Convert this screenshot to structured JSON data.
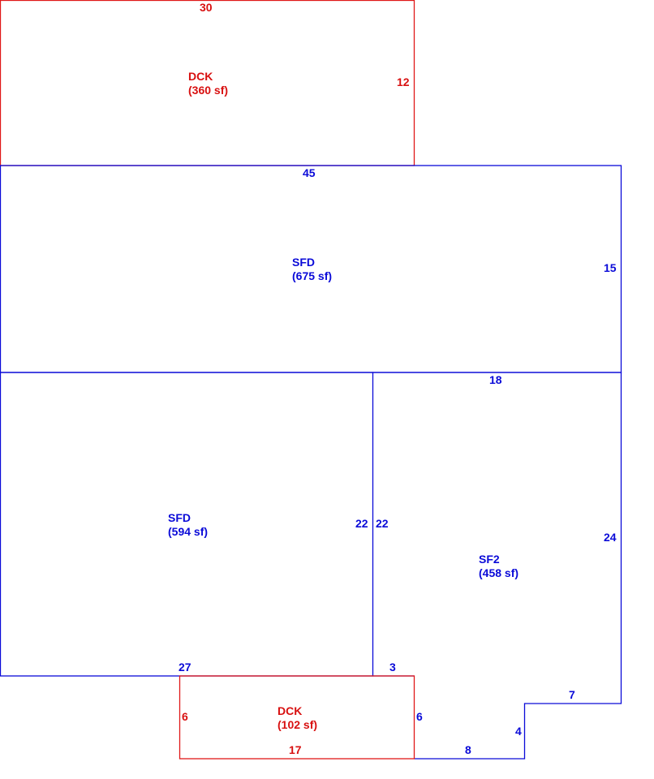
{
  "colors": {
    "sfd": "#0a0ad8",
    "dck": "#e01818"
  },
  "areas": {
    "deck_top": {
      "code": "DCK",
      "area": "(360 sf)"
    },
    "sfd_upper": {
      "code": "SFD",
      "area": "(675 sf)"
    },
    "sfd_lower": {
      "code": "SFD",
      "area": "(594 sf)"
    },
    "sf2": {
      "code": "SF2",
      "area": "(458 sf)"
    },
    "deck_bottom": {
      "code": "DCK",
      "area": "(102 sf)"
    }
  },
  "dimensions": {
    "deck_top_width": "30",
    "deck_top_depth": "12",
    "sfd_upper_width": "45",
    "sfd_upper_depth": "15",
    "sf2_width": "18",
    "sfd_lower_depth": "22",
    "sf2_left_depth": "22",
    "sf2_right_depth": "24",
    "sfd_lower_width": "27",
    "sf2_bottom_step": "3",
    "sf2_jog_width": "7",
    "sf2_jog_depth": "4",
    "sf2_bottom_width": "8",
    "deck_bottom_left": "6",
    "deck_bottom_right": "6",
    "deck_bottom_width": "17"
  }
}
